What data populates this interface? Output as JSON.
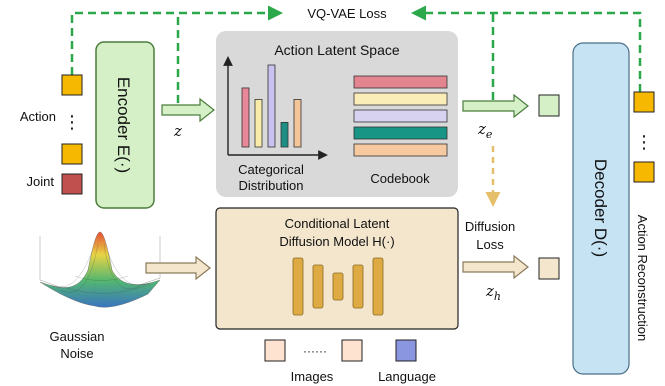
{
  "colors": {
    "encoder_fill": "#d5f0c7",
    "encoder_stroke": "#4a7d3c",
    "latent_space_fill": "#d9d9d9",
    "diffusion_fill": "#f4e6cd",
    "decoder_fill": "#c6e3f4",
    "loss_dash": "#2aa84a",
    "diffusion_dash": "#e6bf6a",
    "action_token": "#f6b800",
    "joint_token": "#c0504d",
    "language_token": "#8a96e0",
    "image_token": "#fde3d0",
    "latent_bar": "#ddaa44"
  },
  "labels": {
    "vq_vae_loss": "VQ-VAE Loss",
    "action": "Action",
    "joint": "Joint",
    "encoder": "Encoder E(·)",
    "z": "z",
    "action_latent_space": "Action Latent Space",
    "categorical": "Categorical",
    "distribution": "Distribution",
    "codebook": "Codebook",
    "z_e_base": "z",
    "z_e_sub": "e",
    "diffusion": "Diffusion",
    "loss": "Loss",
    "decoder": "Decoder D(·)",
    "action_reconstruction": "Action Reconstruction",
    "conditional_line1": "Conditional Latent",
    "conditional_line2": "Diffusion Model H(·)",
    "z_h_base": "z",
    "z_h_sub": "h",
    "gaussian": "Gaussian",
    "noise": "Noise",
    "images": "Images",
    "language": "Language",
    "dots_vertical": "⋮",
    "dots_horizontal": "······"
  },
  "bar_chart": {
    "values": [
      0.72,
      0.58,
      1.0,
      0.3,
      0.58
    ],
    "colors": [
      "#e8869a",
      "#f9ecaa",
      "#c9c1ef",
      "#1f8f86",
      "#f5c59a"
    ]
  },
  "codebook": {
    "colors": [
      "#e3858f",
      "#faedb7",
      "#d8d2f1",
      "#199585",
      "#f6c9a1"
    ]
  }
}
